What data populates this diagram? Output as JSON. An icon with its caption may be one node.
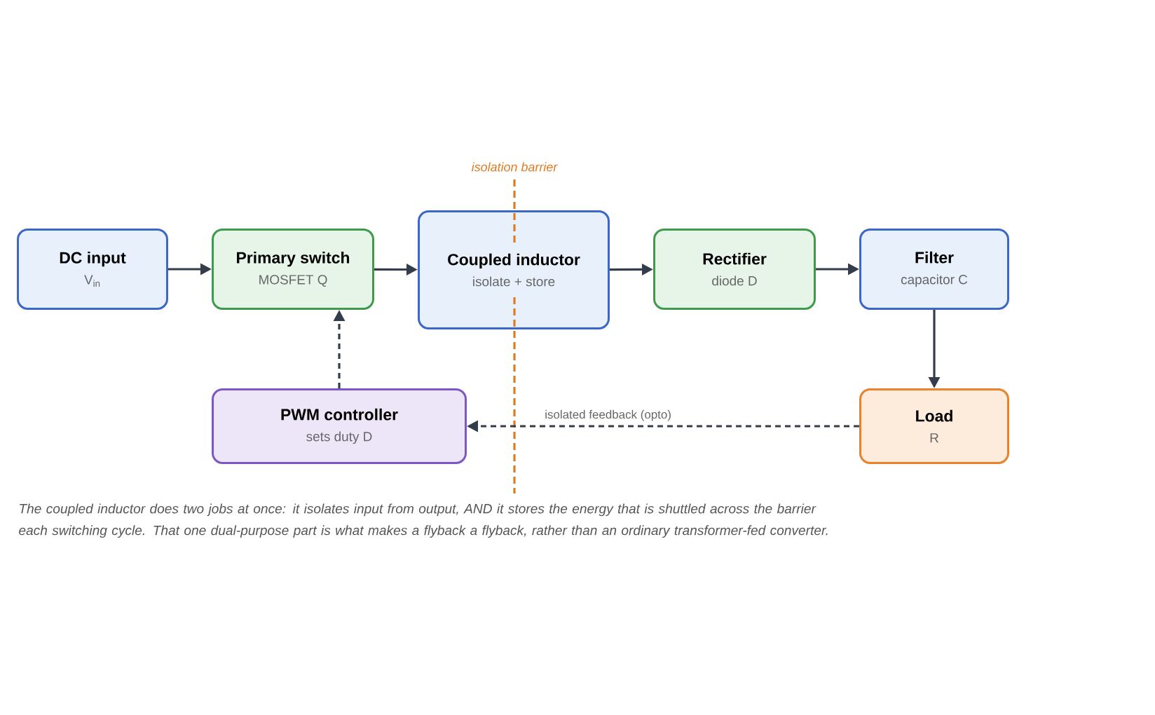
{
  "diagram": {
    "caption": "The coupled inductor does two jobs at once: it isolates input from output, AND it stores the energy that is shuttled across the barrier each switching cycle. That one dual-purpose part is what makes a flyback a flyback, rather than an ordinary transformer-fed converter.",
    "nodes": [
      {
        "text": [
          "DC input",
          "V$_{in}$"
        ]
      },
      {
        "text": [
          "Primary switch",
          "MOSFET Q"
        ]
      },
      {
        "text": [
          "Coupled inductor",
          "isolate + store"
        ]
      },
      {
        "text": [
          "Rectifier",
          "diode D"
        ]
      },
      {
        "text": [
          "Filter",
          "capacitor C"
        ]
      },
      {
        "text": [
          "PWM controller",
          "sets duty D"
        ]
      },
      {
        "text": [
          "Load",
          "R"
        ]
      }
    ],
    "edges": [
      {
        "from": 0,
        "to": 1,
        "arrow": "to"
      },
      {
        "from": 1,
        "to": 2,
        "arrow": "to"
      },
      {
        "from": 2,
        "to": 3,
        "arrow": "to"
      },
      {
        "from": 3,
        "to": 4,
        "arrow": "to"
      },
      {
        "from": 4,
        "to": 6,
        "arrow": "to"
      },
      {
        "from": 5,
        "to": 1,
        "arrow": "to",
        "style": "dashed"
      },
      {
        "from": 6,
        "to": 5,
        "arrow": "to",
        "style": "dashed",
        "label": "isolated feedback (opto)"
      }
    ],
    "labels": [
      "isolation barrier"
    ]
  }
}
